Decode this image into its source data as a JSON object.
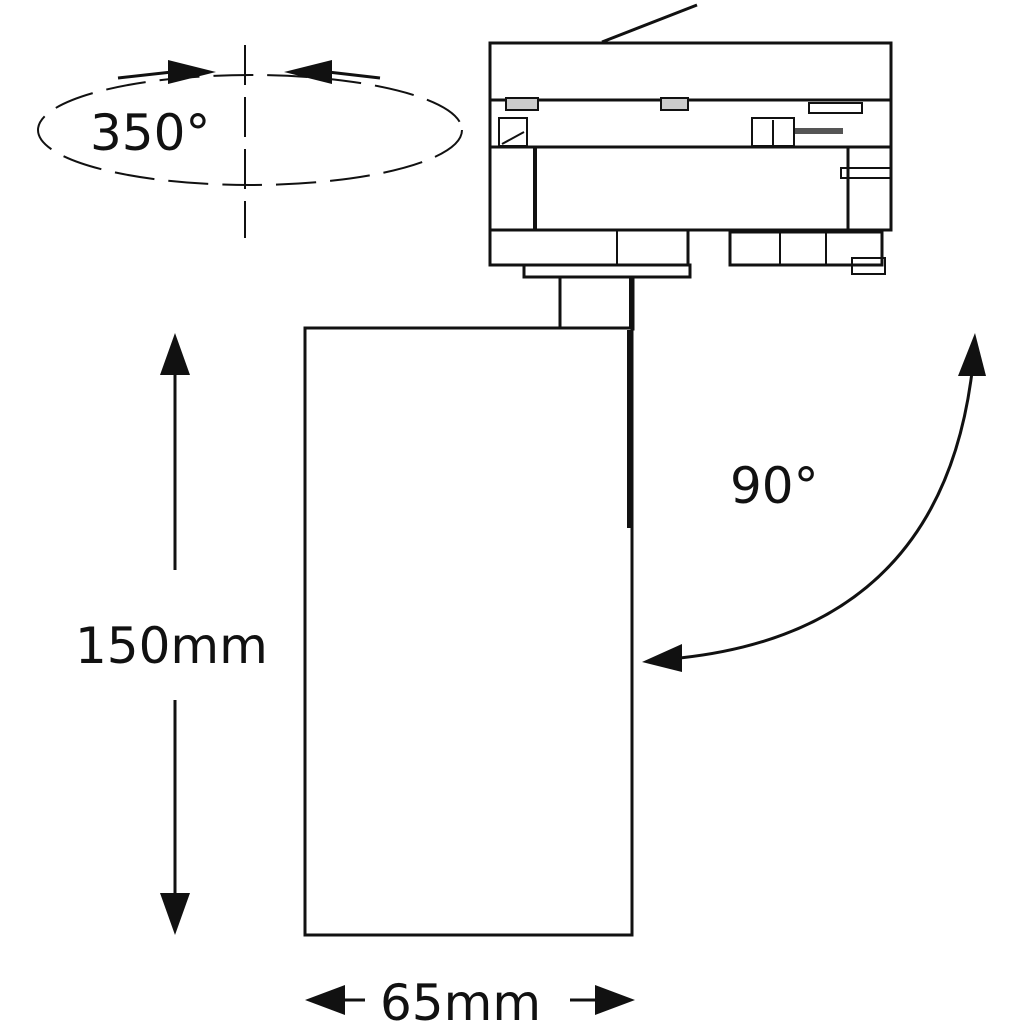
{
  "labels": {
    "rotation_horizontal": "350°",
    "tilt_angle": "90°",
    "height": "150mm",
    "width": "65mm"
  },
  "colors": {
    "line": "#111111",
    "background": "#ffffff"
  }
}
